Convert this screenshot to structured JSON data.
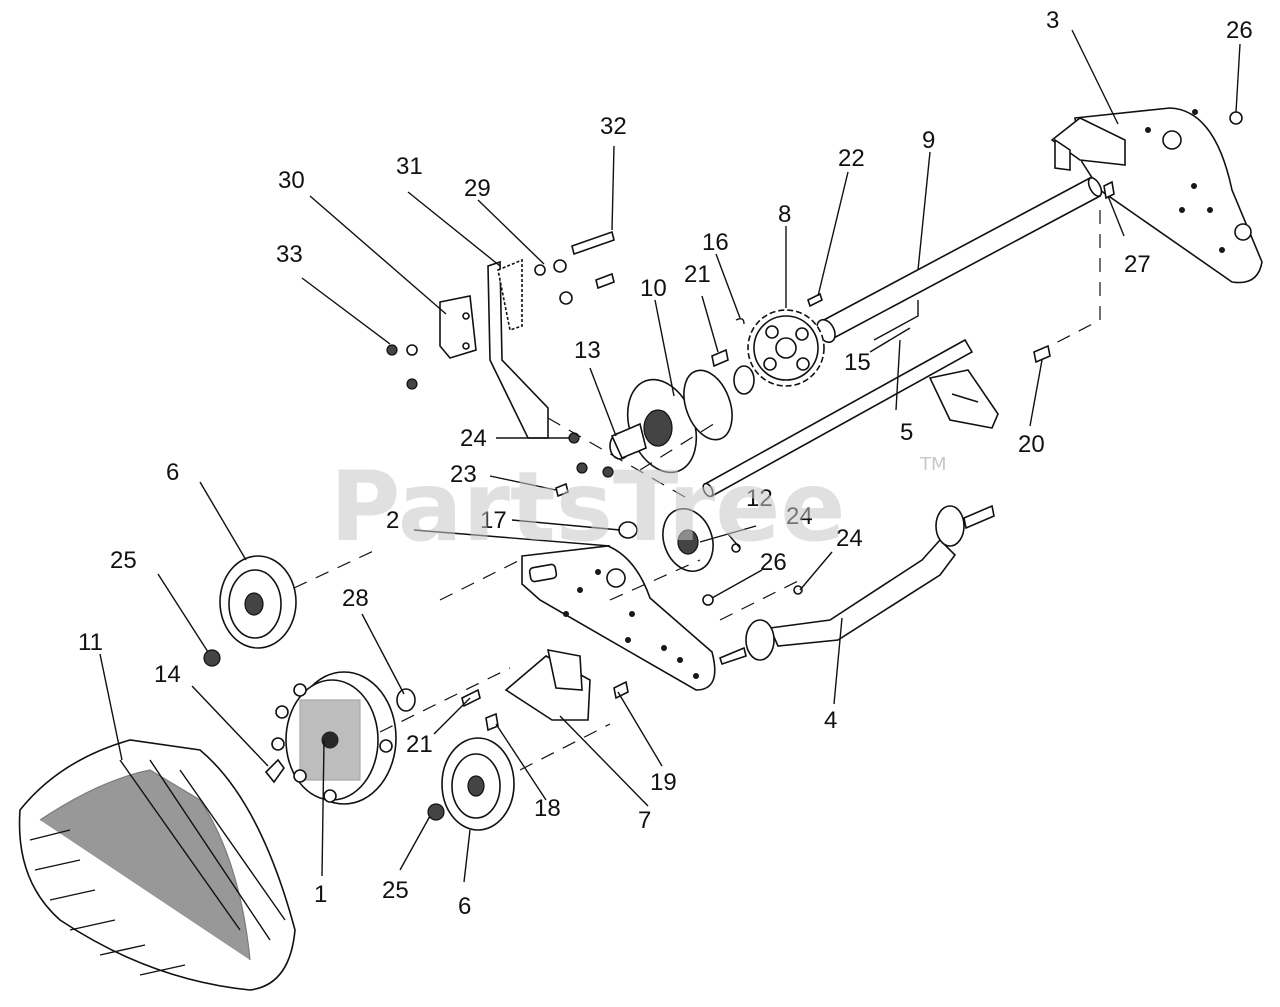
{
  "watermark": {
    "text": "PartsTree",
    "trademark": "TM"
  },
  "callouts": [
    {
      "id": "1",
      "label": "1"
    },
    {
      "id": "2",
      "label": "2"
    },
    {
      "id": "3",
      "label": "3"
    },
    {
      "id": "4",
      "label": "4"
    },
    {
      "id": "5",
      "label": "5"
    },
    {
      "id": "6a",
      "label": "6"
    },
    {
      "id": "6b",
      "label": "6"
    },
    {
      "id": "7",
      "label": "7"
    },
    {
      "id": "8",
      "label": "8"
    },
    {
      "id": "9",
      "label": "9"
    },
    {
      "id": "10",
      "label": "10"
    },
    {
      "id": "11",
      "label": "11"
    },
    {
      "id": "12",
      "label": "12"
    },
    {
      "id": "13",
      "label": "13"
    },
    {
      "id": "14",
      "label": "14"
    },
    {
      "id": "15",
      "label": "15"
    },
    {
      "id": "16",
      "label": "16"
    },
    {
      "id": "17",
      "label": "17"
    },
    {
      "id": "18",
      "label": "18"
    },
    {
      "id": "19",
      "label": "19"
    },
    {
      "id": "20",
      "label": "20"
    },
    {
      "id": "21a",
      "label": "21"
    },
    {
      "id": "21b",
      "label": "21"
    },
    {
      "id": "22",
      "label": "22"
    },
    {
      "id": "23",
      "label": "23"
    },
    {
      "id": "24a",
      "label": "24"
    },
    {
      "id": "24b",
      "label": "24"
    },
    {
      "id": "24c",
      "label": "24"
    },
    {
      "id": "25a",
      "label": "25"
    },
    {
      "id": "25b",
      "label": "25"
    },
    {
      "id": "26a",
      "label": "26"
    },
    {
      "id": "26b",
      "label": "26"
    },
    {
      "id": "27",
      "label": "27"
    },
    {
      "id": "28",
      "label": "28"
    },
    {
      "id": "29",
      "label": "29"
    },
    {
      "id": "30",
      "label": "30"
    },
    {
      "id": "31",
      "label": "31"
    },
    {
      "id": "32",
      "label": "32"
    },
    {
      "id": "33",
      "label": "33"
    }
  ]
}
